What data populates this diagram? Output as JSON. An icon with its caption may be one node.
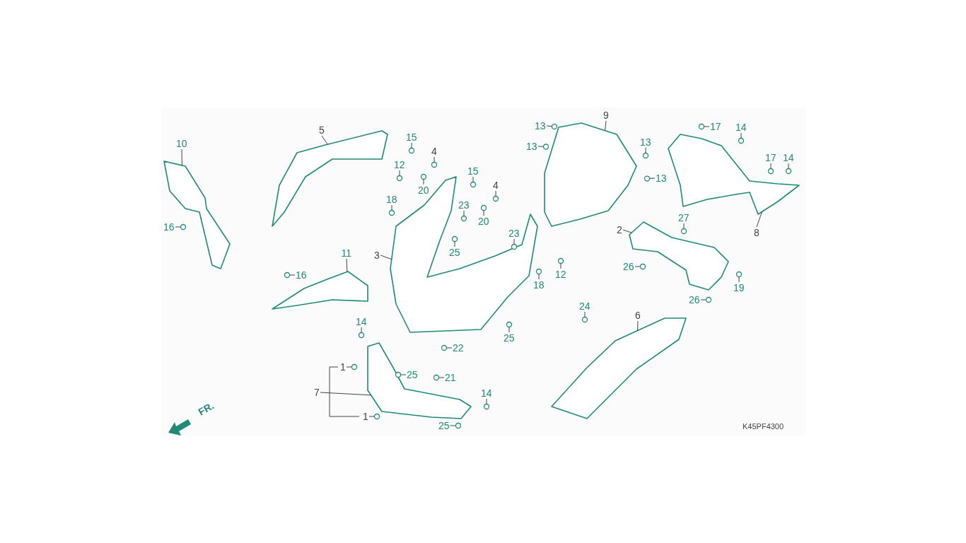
{
  "diagram": {
    "nodes": [
      {
        "text": [
          "10"
        ]
      },
      {
        "text": [
          "5"
        ]
      },
      {
        "text": [
          "15"
        ]
      },
      {
        "text": [
          "4"
        ]
      },
      {
        "text": [
          "18"
        ]
      },
      {
        "text": [
          "12"
        ]
      },
      {
        "text": [
          "20"
        ]
      },
      {
        "text": [
          "23"
        ]
      },
      {
        "text": [
          "25"
        ]
      },
      {
        "text": [
          "3"
        ]
      },
      {
        "text": [
          "15"
        ]
      },
      {
        "text": [
          "4"
        ]
      },
      {
        "text": [
          "20"
        ]
      },
      {
        "text": [
          "23"
        ]
      },
      {
        "text": [
          "12"
        ]
      },
      {
        "text": [
          "18"
        ]
      },
      {
        "text": [
          "9"
        ]
      },
      {
        "text": [
          "13"
        ]
      },
      {
        "text": [
          "13"
        ]
      },
      {
        "text": [
          "13"
        ]
      },
      {
        "text": [
          "13"
        ]
      },
      {
        "text": [
          "17"
        ]
      },
      {
        "text": [
          "14"
        ]
      },
      {
        "text": [
          "17"
        ]
      },
      {
        "text": [
          "14"
        ]
      },
      {
        "text": [
          "8"
        ]
      },
      {
        "text": [
          "2"
        ]
      },
      {
        "text": [
          "27"
        ]
      },
      {
        "text": [
          "26"
        ]
      },
      {
        "text": [
          "19"
        ]
      },
      {
        "text": [
          "26"
        ]
      },
      {
        "text": [
          "16"
        ]
      },
      {
        "text": [
          "11"
        ]
      },
      {
        "text": [
          "16"
        ]
      },
      {
        "text": [
          "14"
        ]
      },
      {
        "text": [
          "22"
        ]
      },
      {
        "text": [
          "25"
        ]
      },
      {
        "text": [
          "24"
        ]
      },
      {
        "text": [
          "6"
        ]
      },
      {
        "text": [
          "1"
        ]
      },
      {
        "text": [
          "25"
        ]
      },
      {
        "text": [
          "21"
        ]
      },
      {
        "text": [
          "7"
        ]
      },
      {
        "text": [
          "1"
        ]
      },
      {
        "text": [
          "14"
        ]
      },
      {
        "text": [
          "25"
        ]
      },
      {
        "text": [],
        "shape": "picture"
      },
      {
        "text": [],
        "shape": "picture"
      },
      {
        "text": [],
        "shape": "picture"
      },
      {
        "text": [],
        "shape": "picture"
      },
      {
        "text": [],
        "shape": "picture"
      },
      {
        "text": [],
        "shape": "picture"
      },
      {
        "text": [],
        "shape": "picture"
      },
      {
        "text": [],
        "shape": "picture"
      },
      {
        "text": [],
        "shape": "picture"
      }
    ],
    "edges": [
      {
        "from": 0,
        "to": 46,
        "arrow": "none"
      },
      {
        "from": 1,
        "to": 47,
        "arrow": "none"
      },
      {
        "from": 2,
        "to": null,
        "arrow": "none"
      },
      {
        "from": 3,
        "to": null,
        "arrow": "none"
      },
      {
        "from": 4,
        "to": null,
        "arrow": "none"
      },
      {
        "from": 5,
        "to": null,
        "arrow": "none"
      },
      {
        "from": 6,
        "to": null,
        "arrow": "none"
      },
      {
        "from": 7,
        "to": null,
        "arrow": "none"
      },
      {
        "from": 8,
        "to": null,
        "arrow": "none"
      },
      {
        "from": 9,
        "to": 48,
        "arrow": "none"
      },
      {
        "from": 10,
        "to": null,
        "arrow": "none"
      },
      {
        "from": 11,
        "to": null,
        "arrow": "none"
      },
      {
        "from": 12,
        "to": null,
        "arrow": "none"
      },
      {
        "from": 13,
        "to": null,
        "arrow": "none"
      },
      {
        "from": 14,
        "to": null,
        "arrow": "none"
      },
      {
        "from": 15,
        "to": null,
        "arrow": "none"
      },
      {
        "from": 16,
        "to": 50,
        "arrow": "none"
      },
      {
        "from": 17,
        "to": null,
        "arrow": "none"
      },
      {
        "from": 18,
        "to": null,
        "arrow": "none"
      },
      {
        "from": 19,
        "to": null,
        "arrow": "none"
      },
      {
        "from": 20,
        "to": null,
        "arrow": "none"
      },
      {
        "from": 21,
        "to": null,
        "arrow": "none"
      },
      {
        "from": 22,
        "to": null,
        "arrow": "none"
      },
      {
        "from": 23,
        "to": null,
        "arrow": "none"
      },
      {
        "from": 24,
        "to": null,
        "arrow": "none"
      },
      {
        "from": 25,
        "to": 51,
        "arrow": "none"
      },
      {
        "from": 26,
        "to": 52,
        "arrow": "none"
      },
      {
        "from": 27,
        "to": null,
        "arrow": "none"
      },
      {
        "from": 28,
        "to": null,
        "arrow": "none"
      },
      {
        "from": 29,
        "to": null,
        "arrow": "none"
      },
      {
        "from": 30,
        "to": null,
        "arrow": "none"
      },
      {
        "from": 31,
        "to": null,
        "arrow": "none"
      },
      {
        "from": 32,
        "to": 49,
        "arrow": "none"
      },
      {
        "from": 33,
        "to": null,
        "arrow": "none"
      },
      {
        "from": 34,
        "to": null,
        "arrow": "none"
      },
      {
        "from": 35,
        "to": null,
        "arrow": "none"
      },
      {
        "from": 36,
        "to": null,
        "arrow": "none"
      },
      {
        "from": 37,
        "to": null,
        "arrow": "none"
      },
      {
        "from": 38,
        "to": 53,
        "arrow": "none"
      },
      {
        "from": 39,
        "to": null,
        "arrow": "none"
      },
      {
        "from": 40,
        "to": null,
        "arrow": "none"
      },
      {
        "from": 41,
        "to": null,
        "arrow": "none"
      },
      {
        "from": 42,
        "to": 54,
        "arrow": "none"
      },
      {
        "from": 43,
        "to": null,
        "arrow": "none"
      },
      {
        "from": 44,
        "to": null,
        "arrow": "none"
      },
      {
        "from": 45,
        "to": null,
        "arrow": "none"
      }
    ],
    "labels": [
      "FR.",
      "K45PF4300"
    ]
  }
}
